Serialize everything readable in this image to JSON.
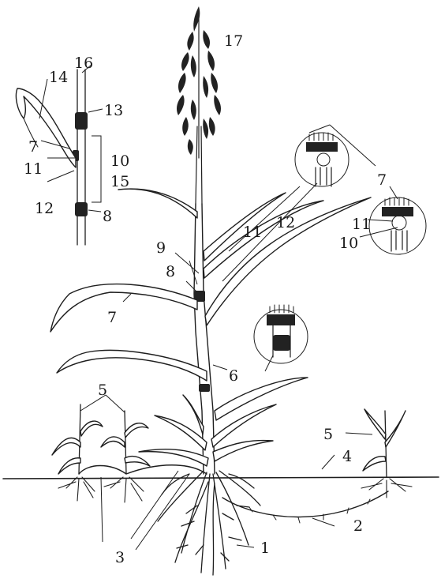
{
  "labels": {
    "l1": "1",
    "l2": "2",
    "l3": "3",
    "l4": "4",
    "l5a": "5",
    "l5b": "5",
    "l6": "6",
    "l7a": "7",
    "l7b": "7",
    "l7c": "7",
    "l8a": "8",
    "l8b": "8",
    "l9": "9",
    "l10a": "10",
    "l10b": "10",
    "l11a": "11",
    "l11b": "11",
    "l11c": "11",
    "l12a": "12",
    "l12b": "12",
    "l13": "13",
    "l14": "14",
    "l15": "15",
    "l16": "16",
    "l17": "17"
  },
  "colors": {
    "ink": "#1e1e1e",
    "background": "#ffffff"
  }
}
